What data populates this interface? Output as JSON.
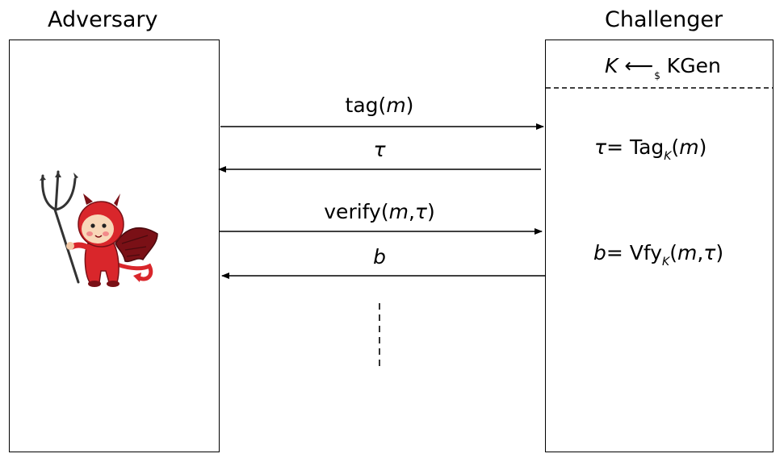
{
  "adversary": {
    "title": "Adversary"
  },
  "challenger": {
    "title": "Challenger",
    "keygen": {
      "key": "K",
      "arrow": "⟵",
      "subscript": "$",
      "op": "KGen"
    },
    "tau_eq": {
      "lhs": "τ",
      "eq": "= Tag",
      "sub": "K",
      "open": "(",
      "arg": "m",
      "close": ")"
    },
    "b_eq": {
      "lhs": "b",
      "eq": "= Vfy",
      "sub": "K",
      "open": "(",
      "arg1": "m",
      "comma": ",",
      "arg2": "τ",
      "close": ")"
    }
  },
  "messages": {
    "tag": {
      "name": "tag",
      "open": "(",
      "arg": "m",
      "close": ")"
    },
    "tau": {
      "sym": "τ"
    },
    "verify": {
      "name": "verify",
      "open": "(",
      "arg1": "m",
      "comma": ",",
      "arg2": "τ",
      "close": ")"
    },
    "b": {
      "sym": "b"
    }
  },
  "icons": {
    "adversary": "devil-icon"
  },
  "colors": {
    "stroke": "#000000",
    "devil_red": "#d9262b",
    "devil_dark": "#7a1016"
  }
}
